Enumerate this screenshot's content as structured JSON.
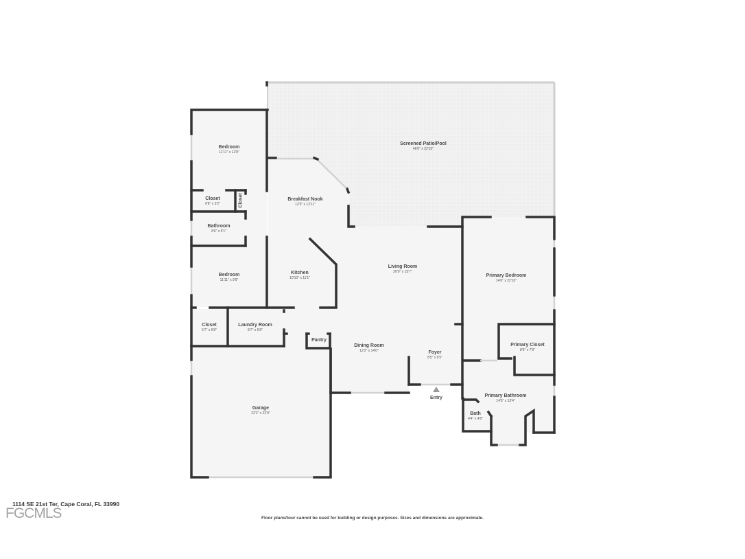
{
  "colors": {
    "wall": "#333333",
    "floor": "#f5f5f5",
    "window": "#dcdcdc",
    "patio": "#f0f0f0",
    "text": "#4a4a4a"
  },
  "rooms": {
    "bedroom_1": {
      "name": "Bedroom",
      "dim": "11'11\" x 12'8\""
    },
    "closet_1": {
      "name": "Closet",
      "dim": "6'8\" x 3'2\""
    },
    "closet_small": {
      "name": "Closet"
    },
    "bathroom": {
      "name": "Bathroom",
      "dim": "8'6\" x 5'1\""
    },
    "bedroom_2": {
      "name": "Bedroom",
      "dim": "11'11\" x 9'9\""
    },
    "closet_2": {
      "name": "Closet",
      "dim": "5'7\" x 5'8\""
    },
    "laundry": {
      "name": "Laundry Room",
      "dim": "8'7\" x 5'8\""
    },
    "pantry": {
      "name": "Pantry"
    },
    "garage": {
      "name": "Garage",
      "dim": "22'2\" x 22'9\""
    },
    "breakfast_nook": {
      "name": "Breakfast Nook",
      "dim": "12'9\" x 12'11\""
    },
    "kitchen": {
      "name": "Kitchen",
      "dim": "10'10\" x 11'1\""
    },
    "patio": {
      "name": "Screened Patio/Pool",
      "dim": "46'0\" x 22'10\""
    },
    "living_room": {
      "name": "Living Room",
      "dim": "20'0\" x 15'7\""
    },
    "dining_room": {
      "name": "Dining Room",
      "dim": "12'2\" x 14'0\""
    },
    "foyer": {
      "name": "Foyer",
      "dim": "8'5\" x 9'5\""
    },
    "primary_bedroom": {
      "name": "Primary Bedroom",
      "dim": "14'6\" x 22'10\""
    },
    "primary_closet": {
      "name": "Primary Closet",
      "dim": "8'6\" x 7'9\""
    },
    "primary_bathroom": {
      "name": "Primary Bathroom",
      "dim": "14'6\" x 13'4\""
    },
    "bath": {
      "name": "Bath",
      "dim": "4'4\" x 4'8\""
    }
  },
  "entry": {
    "label": "Entry"
  },
  "footer": {
    "address": "1114 SE 21st Ter, Cape Coral, FL 33990",
    "watermark": "FGCMLS",
    "disclaimer": "Floor plans/tour cannot be used for building or design purposes. Sizes and dimensions are approximate."
  }
}
